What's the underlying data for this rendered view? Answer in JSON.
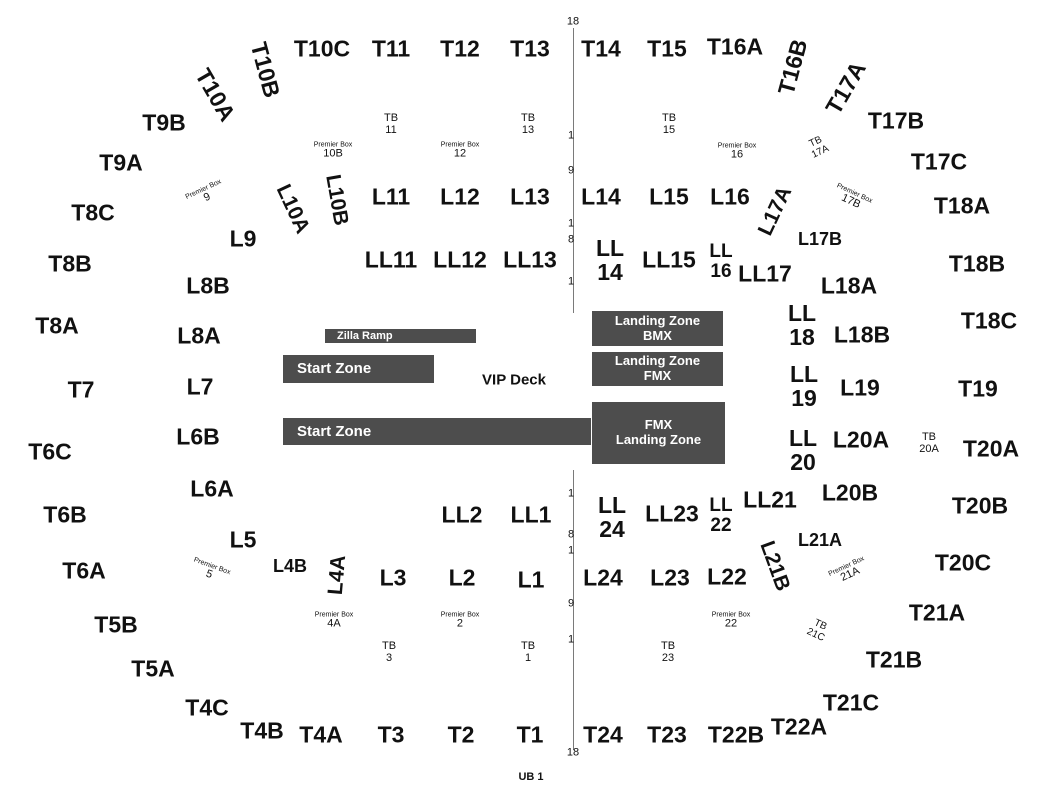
{
  "colors": {
    "zone_fill": "#4d4d4d",
    "aisle_line": "#7a7a7a"
  },
  "floor": {
    "zilla_ramp": "Zilla Ramp",
    "start_zone_upper": "Start Zone",
    "start_zone_lower": "Start Zone",
    "vip_deck": "VIP Deck",
    "landing_bmx_1": "Landing Zone",
    "landing_bmx_2": "BMX",
    "landing_fmx_1": "Landing Zone",
    "landing_fmx_2": "FMX",
    "fmx_landing_1": "FMX",
    "fmx_landing_2": "Landing Zone"
  },
  "upper": {
    "T10C": "T10C",
    "T11": "T11",
    "T12": "T12",
    "T13": "T13",
    "T14": "T14",
    "T15": "T15",
    "T16A": "T16A",
    "T10B": "T10B",
    "T16B": "T16B",
    "T10A": "T10A",
    "T17A": "T17A",
    "T9B": "T9B",
    "T17B": "T17B",
    "T9A": "T9A",
    "T17C": "T17C",
    "T8C": "T8C",
    "T18A": "T18A",
    "T8B": "T8B",
    "T18B": "T18B",
    "T8A": "T8A",
    "T18C": "T18C",
    "T7": "T7",
    "T19": "T19",
    "T6C": "T6C",
    "T20A": "T20A",
    "T6B": "T6B",
    "T20B": "T20B",
    "T6A": "T6A",
    "T20C": "T20C",
    "T5B": "T5B",
    "T21A": "T21A",
    "T5A": "T5A",
    "T21B": "T21B",
    "T4C": "T4C",
    "T21C": "T21C",
    "T4B": "T4B",
    "T4A": "T4A",
    "T3": "T3",
    "T2": "T2",
    "T1": "T1",
    "T24": "T24",
    "T23": "T23",
    "T22B": "T22B",
    "T22A": "T22A"
  },
  "lower": {
    "L11": "L11",
    "L12": "L12",
    "L13": "L13",
    "L14": "L14",
    "L15": "L15",
    "L16": "L16",
    "L10A": "L10A",
    "L10B": "L10B",
    "L17A": "L17A",
    "L9": "L9",
    "L17B": "L17B",
    "L8B": "L8B",
    "L18A": "L18A",
    "L8A": "L8A",
    "L18B": "L18B",
    "L7": "L7",
    "L19": "L19",
    "L6B": "L6B",
    "L20A": "L20A",
    "L6A": "L6A",
    "L20B": "L20B",
    "L5": "L5",
    "L21A": "L21A",
    "L4B": "L4B",
    "L4A": "L4A",
    "L3": "L3",
    "L2": "L2",
    "L1": "L1",
    "L24": "L24",
    "L23": "L23",
    "L22": "L22",
    "L21B": "L21B"
  },
  "loge": {
    "LL11": "LL11",
    "LL12": "LL12",
    "LL13": "LL13",
    "LL15": "LL15",
    "LL17": "LL17",
    "LL14_a": "LL",
    "LL14_b": "14",
    "LL16_a": "LL",
    "LL16_b": "16",
    "LL18_a": "LL",
    "LL18_b": "18",
    "LL19_a": "LL",
    "LL19_b": "19",
    "LL20_a": "LL",
    "LL20_b": "20",
    "LL24_a": "LL",
    "LL24_b": "24",
    "LL22_a": "LL",
    "LL22_b": "22",
    "LL2": "LL2",
    "LL1": "LL1",
    "LL23": "LL23",
    "LL21": "LL21"
  },
  "boxes": {
    "tb11_a": "TB",
    "tb11_b": "11",
    "tb13_a": "TB",
    "tb13_b": "13",
    "tb15_a": "TB",
    "tb15_b": "15",
    "tb17a_a": "TB",
    "tb17a_b": "17A",
    "tb20a_a": "TB",
    "tb20a_b": "20A",
    "tb21c_a": "TB",
    "tb21c_b": "21C",
    "tb3_a": "TB",
    "tb3_b": "3",
    "tb1_a": "TB",
    "tb1_b": "1",
    "tb23_a": "TB",
    "tb23_b": "23",
    "pb_title": "Premier Box",
    "pb10b": "10B",
    "pb12": "12",
    "pb16": "16",
    "pb9": "9",
    "pb17b": "17B",
    "pb5": "5",
    "pb21a": "21A",
    "pb4a": "4A",
    "pb2": "2",
    "pb22": "22"
  },
  "rows": {
    "r18_top": "18",
    "r1_a": "1",
    "r9_a": "9",
    "r1_b": "1",
    "r8_a": "8",
    "r1_c": "1",
    "r1_d": "1",
    "r8_b": "8",
    "r1_e": "1",
    "r9_b": "9",
    "r1_f": "1",
    "r18_bottom": "18"
  },
  "ub1": "UB 1"
}
